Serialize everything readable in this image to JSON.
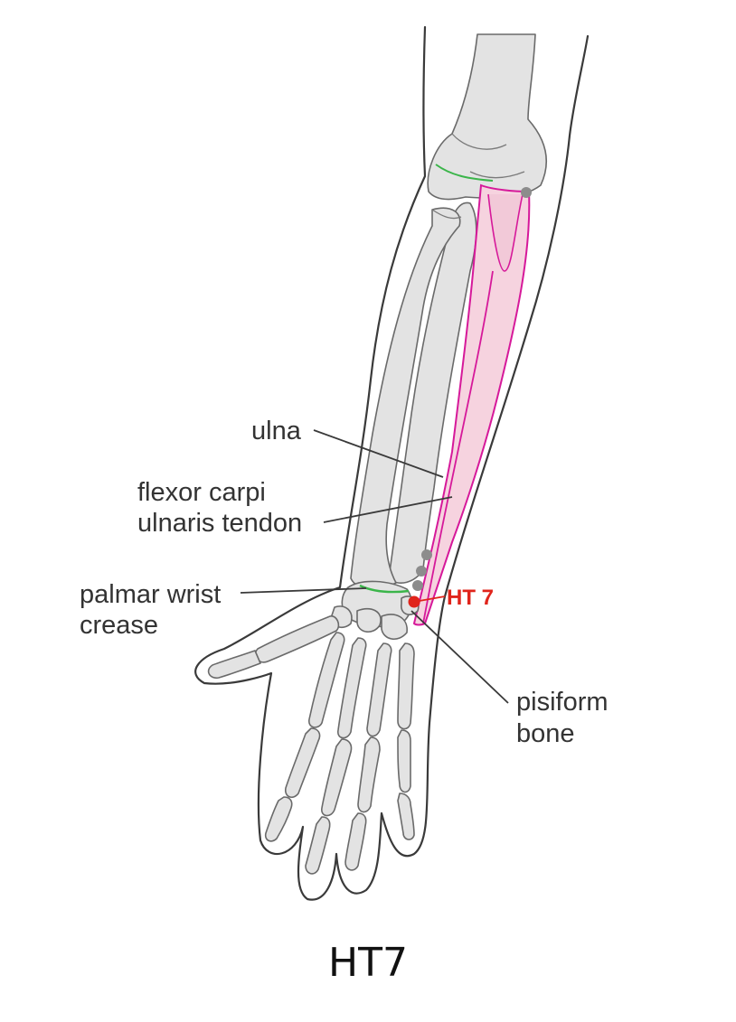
{
  "diagram": {
    "title": "HT7",
    "labels": {
      "ulna": "ulna",
      "tendon_line1": "flexor carpi",
      "tendon_line2": "ulnaris tendon",
      "crease_line1": "palmar wrist",
      "crease_line2": "crease",
      "pisiform_line1": "pisiform",
      "pisiform_line2": "bone",
      "point": "HT 7"
    },
    "colors": {
      "muscle_fill": "#f6d3df",
      "muscle_outline": "#d6199a",
      "crease_line": "#3bb54a",
      "point": "#e0241b",
      "landmark_dot": "#8c8c8c"
    }
  }
}
